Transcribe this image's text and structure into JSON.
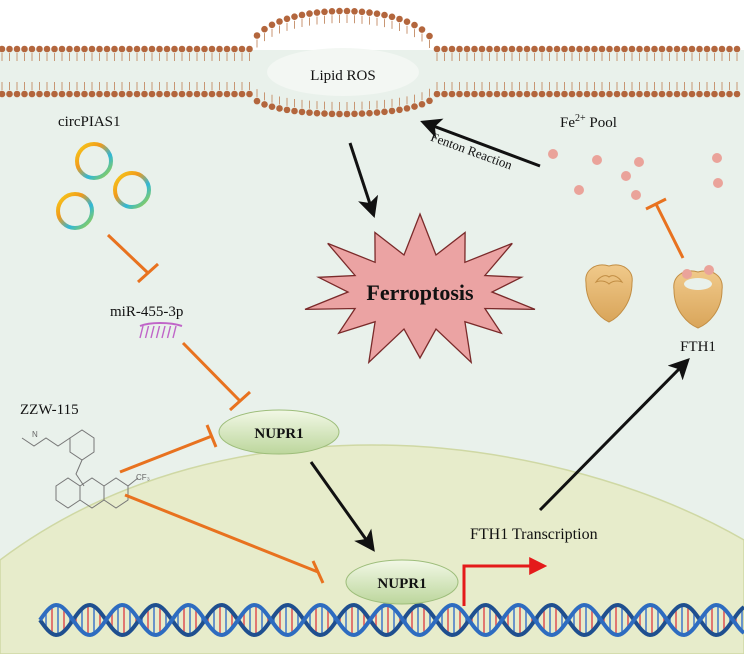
{
  "labels": {
    "lipid_ros": "Lipid ROS",
    "fe_pool_base": "Fe",
    "fe_pool_sup": "2+",
    "fe_pool_rest": " Pool",
    "fenton": "Fenton Reaction",
    "circpias1": "circPIAS1",
    "mir": "miR-455-3p",
    "ferroptosis": "Ferroptosis",
    "zzw": "ZZW-115",
    "nupr1_cyto": "NUPR1",
    "nupr1_nuc": "NUPR1",
    "fth1": "FTH1",
    "fth1_transcription": "FTH1 Transcription"
  },
  "molecule": {
    "n_label": "N",
    "cf3_label": "CF₃"
  },
  "colors": {
    "background": "#e9f1eb",
    "nucleus": "#e7eccb",
    "membrane_head": "#b3663d",
    "inhibit": "#e8721f",
    "arrow": "#111111",
    "transcription_arrow": "#e41a1a",
    "ferroptosis_fill": "#eba3a3",
    "nupr1_fill": "#d6e8bc",
    "fe_dot": "#eaa39a",
    "ferritin": "#e6b66e"
  }
}
